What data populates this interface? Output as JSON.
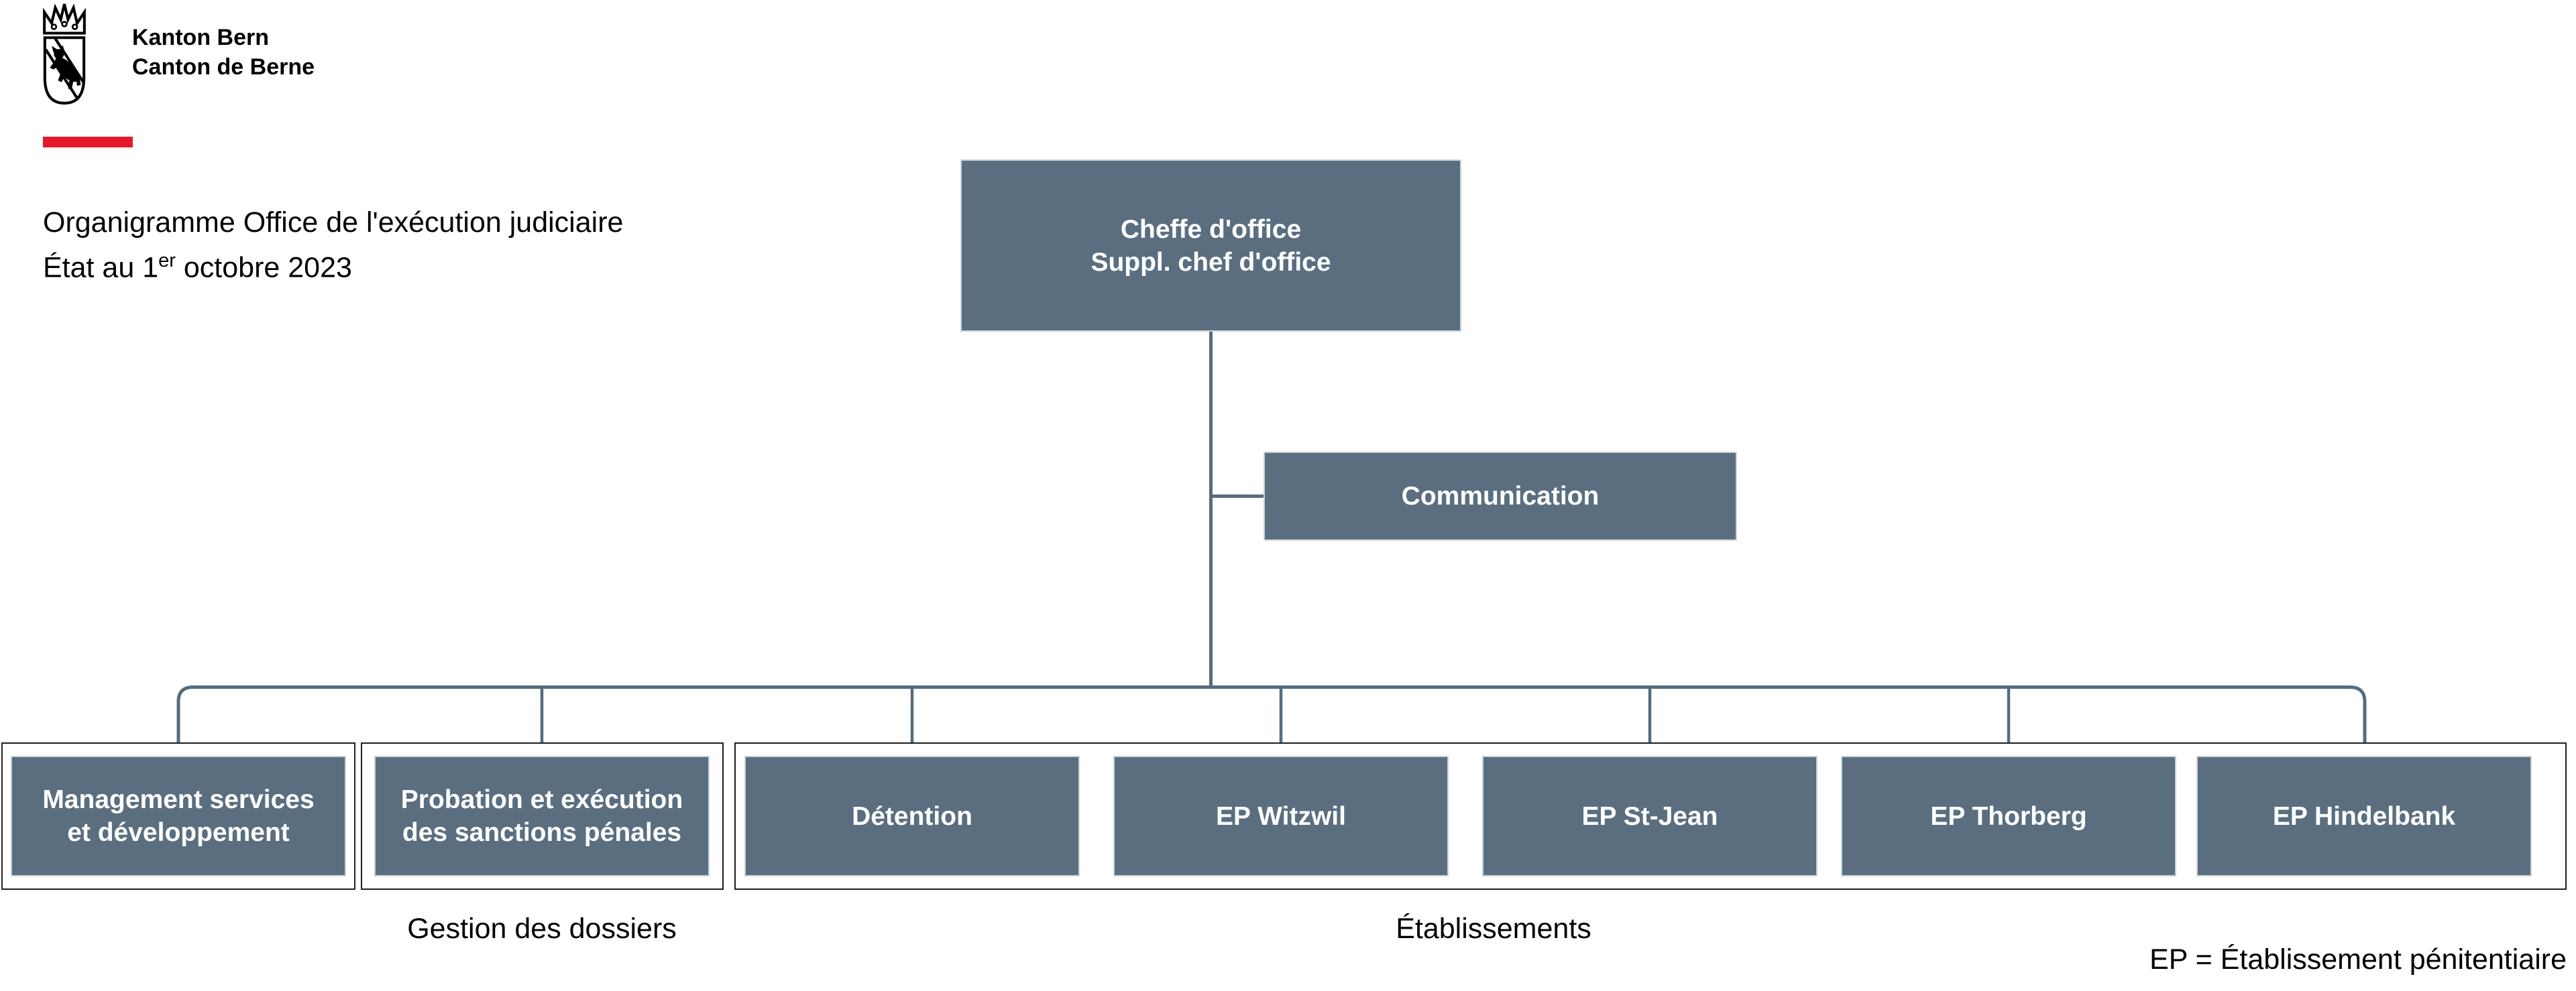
{
  "brand": {
    "logo": "bern-coat-of-arms",
    "wordmark_line1": "Kanton Bern",
    "wordmark_line2": "Canton de Berne",
    "accent_color": "#e6192a"
  },
  "header": {
    "title_line1": "Organigramme Office de l'exécution judiciaire",
    "date_prefix": "État au 1",
    "date_sup": "er",
    "date_suffix": " octobre 2023"
  },
  "colors": {
    "node_fill": "#5a6e80",
    "node_text": "#ffffff",
    "node_light_border": "#c9d2d8",
    "connector": "#566c7e",
    "container_border": "#1f1f1f"
  },
  "org": {
    "root": {
      "label_line1": "Cheffe d'office",
      "label_line2": "Suppl. chef d'office"
    },
    "staff_unit": {
      "label": "Communication"
    },
    "units": {
      "management": {
        "label_line1": "Management services",
        "label_line2": "et développement"
      },
      "probation": {
        "label_line1": "Probation et exécution",
        "label_line2": "des sanctions pénales"
      },
      "etablissements_children": [
        "Détention",
        "EP Witzwil",
        "EP St-Jean",
        "EP Thorberg",
        "EP Hindelbank"
      ]
    },
    "captions": {
      "dossiers": "Gestion des dossiers",
      "etablissements": "Établissements"
    },
    "footnote": "EP = Établissement pénitentiaire"
  }
}
